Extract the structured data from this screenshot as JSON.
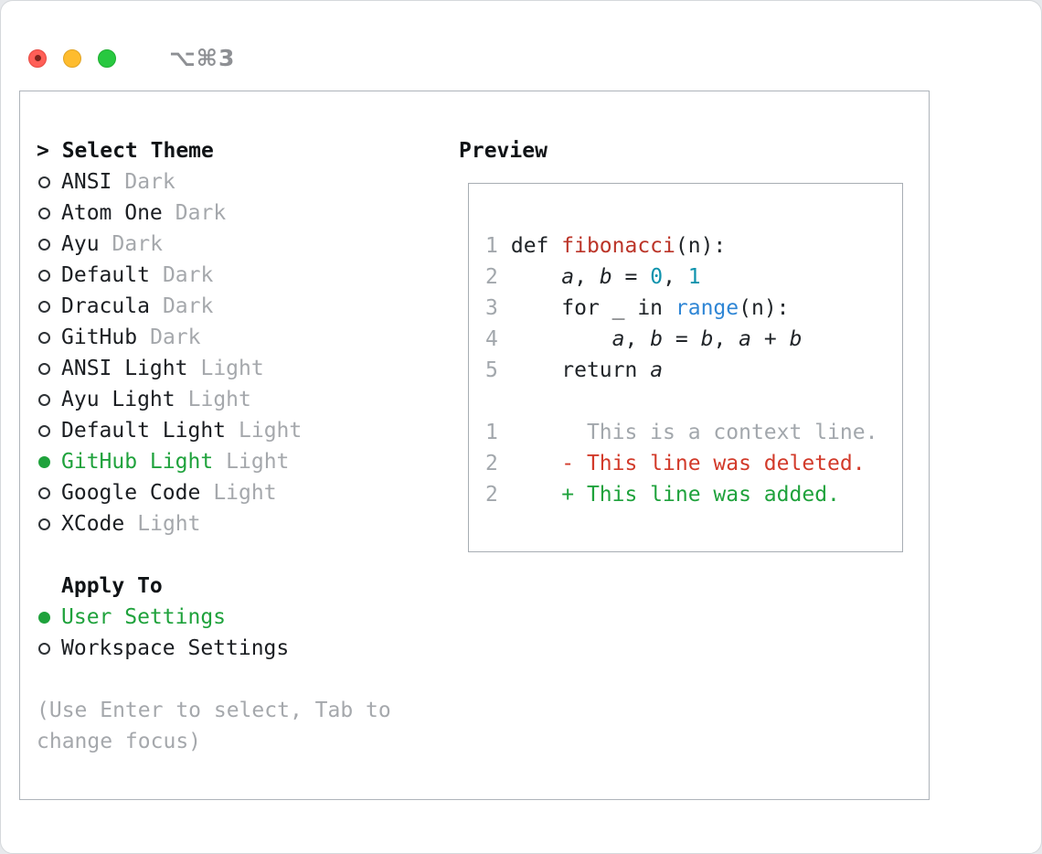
{
  "titlebar": {
    "shortcut": "⌥⌘3"
  },
  "selector": {
    "title": "> Select Theme",
    "themes": [
      {
        "name": "ANSI",
        "variant": "Dark"
      },
      {
        "name": "Atom One",
        "variant": "Dark"
      },
      {
        "name": "Ayu",
        "variant": "Dark"
      },
      {
        "name": "Default",
        "variant": "Dark"
      },
      {
        "name": "Dracula",
        "variant": "Dark"
      },
      {
        "name": "GitHub",
        "variant": "Dark"
      },
      {
        "name": "ANSI Light",
        "variant": "Light"
      },
      {
        "name": "Ayu Light",
        "variant": "Light"
      },
      {
        "name": "Default Light",
        "variant": "Light"
      },
      {
        "name": "GitHub Light",
        "variant": "Light",
        "selected": true
      },
      {
        "name": "Google Code",
        "variant": "Light"
      },
      {
        "name": "XCode",
        "variant": "Light"
      }
    ],
    "apply_to": {
      "title": "Apply To",
      "options": [
        {
          "label": "User Settings",
          "selected": true
        },
        {
          "label": "Workspace Settings"
        }
      ]
    },
    "hint": "(Use Enter to select, Tab to\nchange focus)"
  },
  "preview": {
    "title": "Preview",
    "code_lines": [
      {
        "num": "1",
        "tokens": [
          {
            "t": "def ",
            "c": "plain"
          },
          {
            "t": "fibonacci",
            "c": "func"
          },
          {
            "t": "(n):",
            "c": "plain"
          }
        ]
      },
      {
        "num": "2",
        "tokens": [
          {
            "t": "    ",
            "c": "plain"
          },
          {
            "t": "a",
            "c": "var"
          },
          {
            "t": ", ",
            "c": "plain"
          },
          {
            "t": "b",
            "c": "var"
          },
          {
            "t": " = ",
            "c": "plain"
          },
          {
            "t": "0",
            "c": "num"
          },
          {
            "t": ", ",
            "c": "plain"
          },
          {
            "t": "1",
            "c": "num"
          }
        ]
      },
      {
        "num": "3",
        "tokens": [
          {
            "t": "    for _ in ",
            "c": "plain"
          },
          {
            "t": "range",
            "c": "builtin"
          },
          {
            "t": "(n):",
            "c": "plain"
          }
        ]
      },
      {
        "num": "4",
        "tokens": [
          {
            "t": "        ",
            "c": "plain"
          },
          {
            "t": "a",
            "c": "var"
          },
          {
            "t": ", ",
            "c": "plain"
          },
          {
            "t": "b",
            "c": "var"
          },
          {
            "t": " = ",
            "c": "plain"
          },
          {
            "t": "b",
            "c": "var"
          },
          {
            "t": ", ",
            "c": "plain"
          },
          {
            "t": "a",
            "c": "var"
          },
          {
            "t": " + ",
            "c": "plain"
          },
          {
            "t": "b",
            "c": "var"
          }
        ]
      },
      {
        "num": "5",
        "tokens": [
          {
            "t": "    return ",
            "c": "plain"
          },
          {
            "t": "a",
            "c": "var"
          }
        ]
      }
    ],
    "diff_lines": [
      {
        "num": "1",
        "text": "      This is a context line.",
        "kind": "context"
      },
      {
        "num": "2",
        "text": "    - This line was deleted.",
        "kind": "deleted"
      },
      {
        "num": "2",
        "text": "    + This line was added.",
        "kind": "added"
      }
    ]
  },
  "colors": {
    "accent_green": "#1fa23c",
    "deleted_red": "#d23a2a",
    "function_red": "#bb3428",
    "number_teal": "#0f93ad",
    "builtin_blue": "#2f86d5",
    "muted_gray": "#a5a8ac"
  }
}
